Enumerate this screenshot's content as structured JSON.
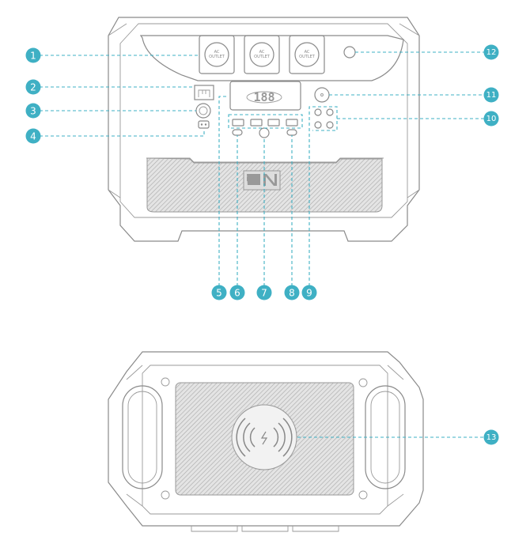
{
  "front_view": {
    "ac_outlets": [
      "AC\nOUTLET",
      "AC\nOUTLET",
      "AC\nOUTLET"
    ],
    "display_digits": "188",
    "logo": "DN"
  },
  "callouts": [
    "1",
    "2",
    "3",
    "4",
    "5",
    "6",
    "7",
    "8",
    "9",
    "10",
    "11",
    "12",
    "13"
  ],
  "colors": {
    "accent": "#3fb0c4",
    "line": "#8a8a8a"
  },
  "top_view": {
    "center_icon": "wireless-charging-icon"
  }
}
